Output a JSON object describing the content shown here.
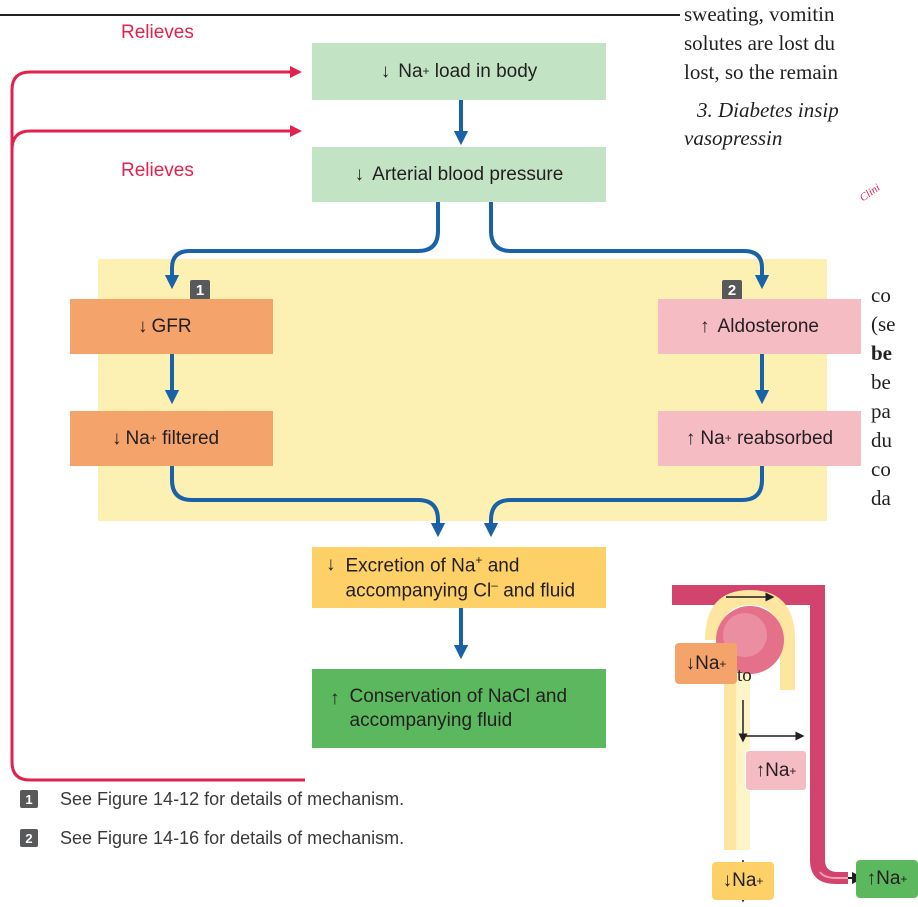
{
  "diagram": {
    "relieves_top": "Relieves",
    "relieves_mid": "Relieves",
    "box_na_load": {
      "arrow": "↓",
      "text_a": "Na",
      "sup": "+",
      "text_b": " load in body"
    },
    "box_bp": {
      "arrow": "↓",
      "text": "Arterial blood pressure"
    },
    "badge_1": "1",
    "badge_2": "2",
    "box_gfr": {
      "arrow": "↓",
      "text": "GFR"
    },
    "box_filtered": {
      "arrow": "↓",
      "text_a": "Na",
      "sup": "+",
      "text_b": " filtered"
    },
    "box_aldo": {
      "arrow": "↑",
      "text": "Aldosterone"
    },
    "box_reabsorbed": {
      "arrow": "↑",
      "text_a": "Na",
      "sup": "+",
      "text_b": " reabsorbed"
    },
    "box_excretion": {
      "arrow": "↓",
      "line1_a": "Excretion of Na",
      "line1_sup": "+",
      "line1_b": " and",
      "line2_a": "accompanying Cl",
      "line2_sup": "–",
      "line2_b": " and fluid"
    },
    "box_conservation": {
      "arrow": "↑",
      "line1": "Conservation of NaCl and",
      "line2": "accompanying fluid"
    }
  },
  "footnotes": [
    {
      "num": "1",
      "text": "See Figure 14-12 for details of mechanism."
    },
    {
      "num": "2",
      "text": "See Figure 14-16 for details of mechanism."
    }
  ],
  "side_text": {
    "line1": "sweating, vomitin",
    "line2": "solutes are lost du",
    "line3": "lost, so the remain",
    "line4": "3. Diabetes insip",
    "line5": "vasopressin",
    "col": [
      "co",
      "(se",
      "be",
      "be",
      "pa",
      "du",
      "co",
      "da"
    ],
    "clinical": "Clini"
  },
  "nephron": {
    "label_na_down": {
      "arrow": "↓",
      "text": "Na",
      "sup": "+"
    },
    "label_to": "to",
    "label_na_up": {
      "arrow": "↑",
      "text": "Na",
      "sup": "+"
    },
    "label_na_out": {
      "arrow": "↑",
      "text": "Na",
      "sup": "+"
    },
    "label_na_bottom": {
      "arrow": "↓",
      "text": "Na",
      "sup": "+"
    }
  },
  "colors": {
    "red_arrow": "#e0224d",
    "blue_arrow": "#1a62a8",
    "yellow_band": "#fdf0b3"
  }
}
